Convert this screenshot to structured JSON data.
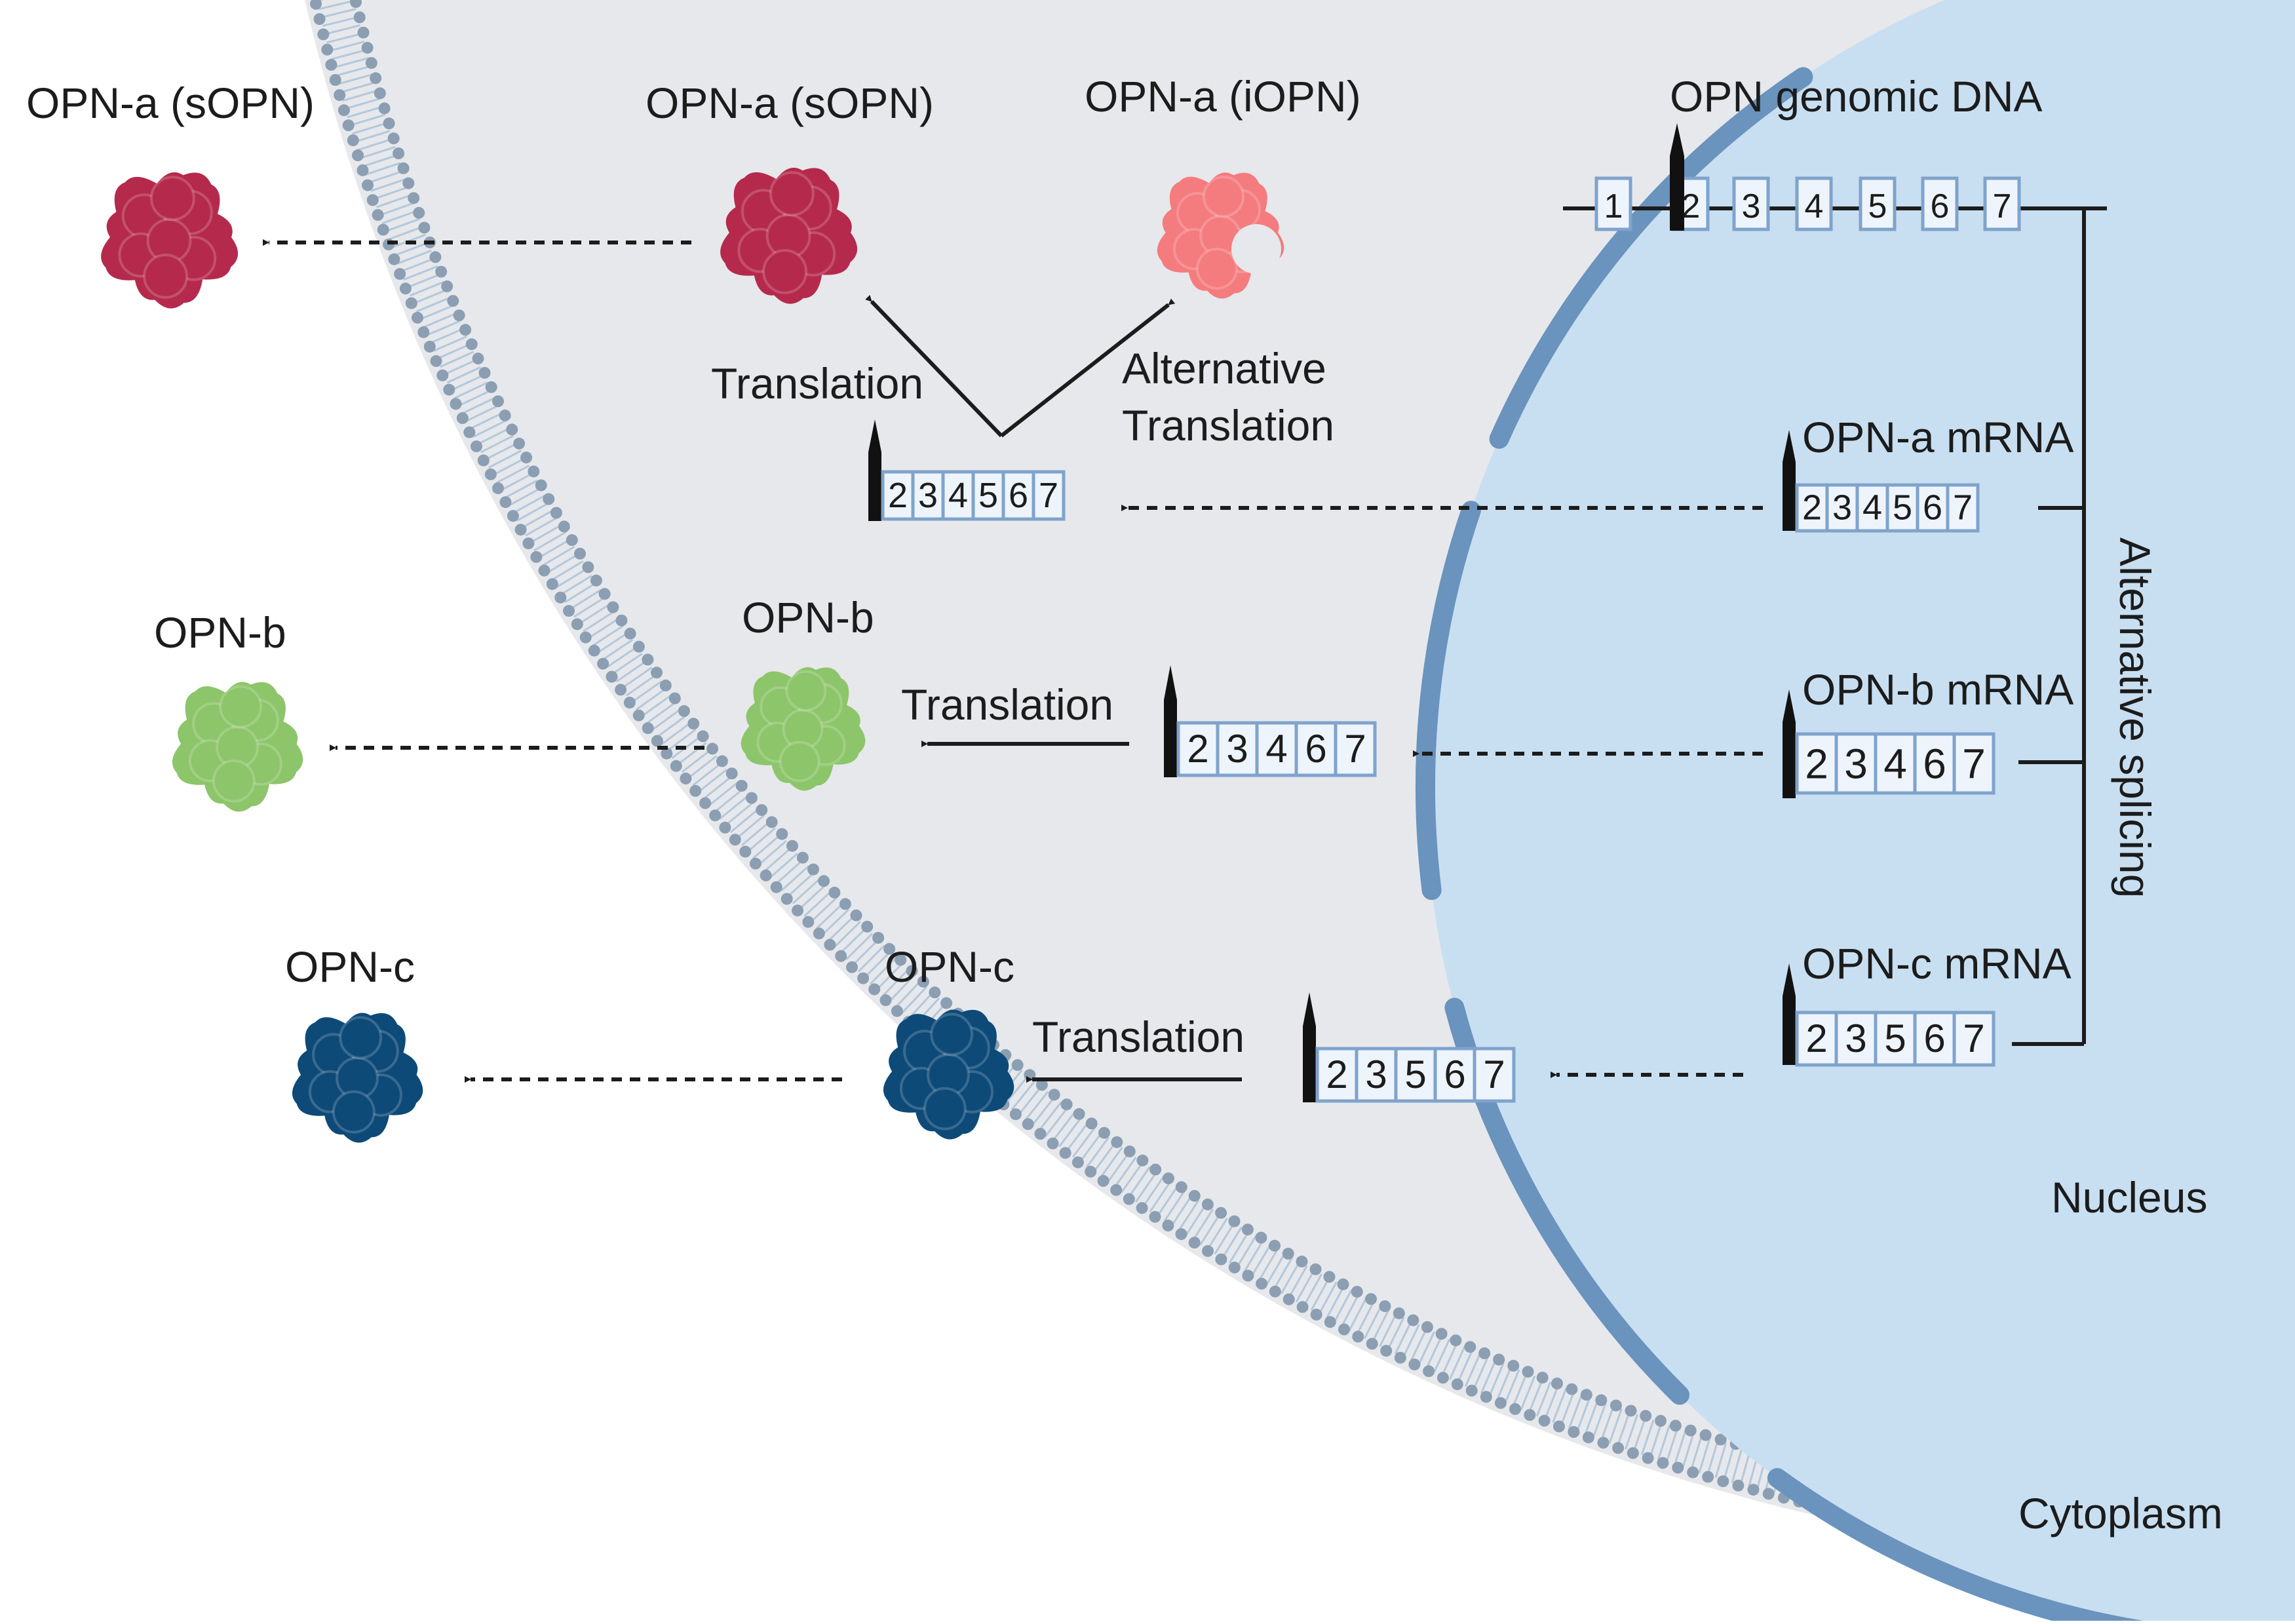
{
  "labels": {
    "sopn_outer": "OPN-a (sOPN)",
    "sopn_inner": "OPN-a (sOPN)",
    "iopn": "OPN-a (iOPN)",
    "genomic_dna": "OPN genomic DNA",
    "translation_a": "Translation",
    "alt_translation_line1": "Alternative",
    "alt_translation_line2": "Translation",
    "opn_a_mrna": "OPN-a mRNA",
    "opn_b_outer": "OPN-b",
    "opn_b_inner": "OPN-b",
    "translation_b": "Translation",
    "opn_b_mrna": "OPN-b mRNA",
    "opn_c_outer": "OPN-c",
    "opn_c_inner": "OPN-c",
    "translation_c": "Translation",
    "opn_c_mrna": "OPN-c mRNA",
    "alternative_splicing": "Alternative splicing",
    "nucleus": "Nucleus",
    "cytoplasm": "Cytoplasm"
  },
  "genomic_exons": [
    "1",
    "2",
    "3",
    "4",
    "5",
    "6",
    "7"
  ],
  "transcripts": {
    "opn_a": [
      "2",
      "3",
      "4",
      "5",
      "6",
      "7"
    ],
    "opn_b": [
      "2",
      "3",
      "4",
      "6",
      "7"
    ],
    "opn_c": [
      "2",
      "3",
      "5",
      "6",
      "7"
    ]
  },
  "colors": {
    "opn_a_secreted": "#b52a4c",
    "opn_a_intracellular": "#f47c7f",
    "opn_b": "#8dc56a",
    "opn_c": "#0e4a78",
    "nucleus_fill": "#c8dff1",
    "nuclear_envelope": "#6a93bd",
    "cytoplasm_fill": "#e6e8eb",
    "membrane_dots": "#8c9eb2",
    "exon_border": "#7fa3cc"
  }
}
